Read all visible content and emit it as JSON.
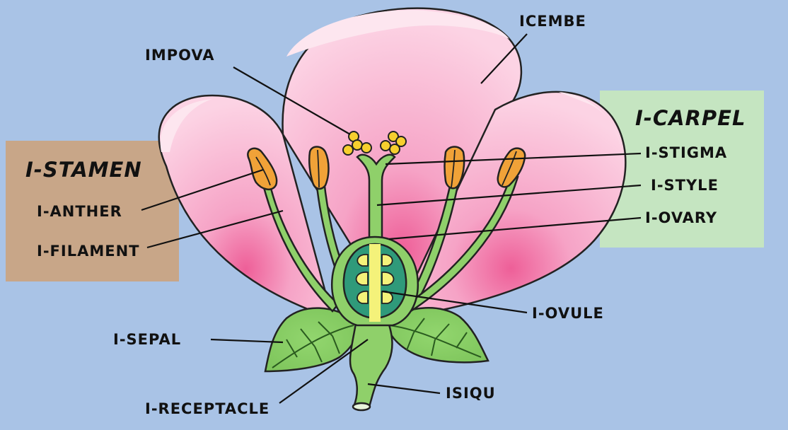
{
  "groups": {
    "stamen": {
      "title": "I-STAMEN",
      "color": "#c9a483"
    },
    "carpel": {
      "title": "I-CARPEL",
      "color": "#c6e7bf"
    }
  },
  "labels": {
    "impova": "IMPOVA",
    "icembe": "ICEMBE",
    "anther": "I-ANTHER",
    "filament": "I-FILAMENT",
    "stigma": "I-STIGMA",
    "style": "I-STYLE",
    "ovary": "I-OVARY",
    "ovule": "I-OVULE",
    "sepal": "I-SEPAL",
    "receptacle": "I-RECEPTACLE",
    "isiqu": "ISIQU"
  },
  "colors": {
    "background": "#a9c3e6",
    "petal": "#f9c8dc",
    "petal_deep": "#ee6a9f",
    "stem": "#8fd06a",
    "anther": "#f0a238",
    "pollen": "#f6cf2e",
    "ovary_inner": "#2f9a7a",
    "ovule": "#f4f27a"
  }
}
